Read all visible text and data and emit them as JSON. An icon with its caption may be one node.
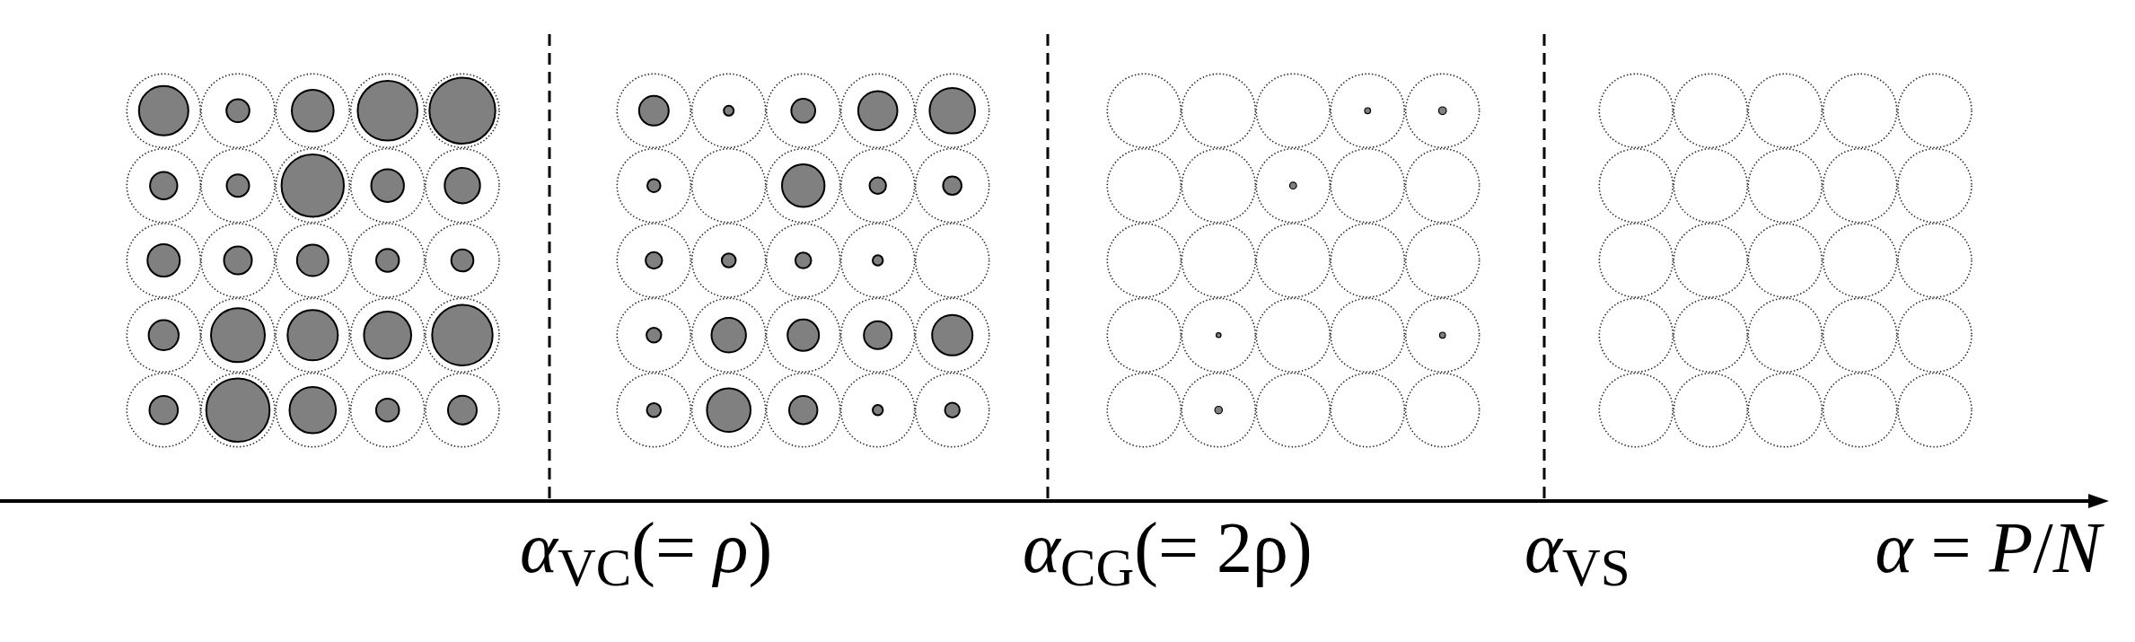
{
  "diagram": {
    "labels": [
      "*α*$_{VC}$(= *ρ*)",
      "*α*$_{CG}$(= 2ρ)",
      "*α*$_{VS}$",
      "*α* = *P*/*N*"
    ]
  }
}
